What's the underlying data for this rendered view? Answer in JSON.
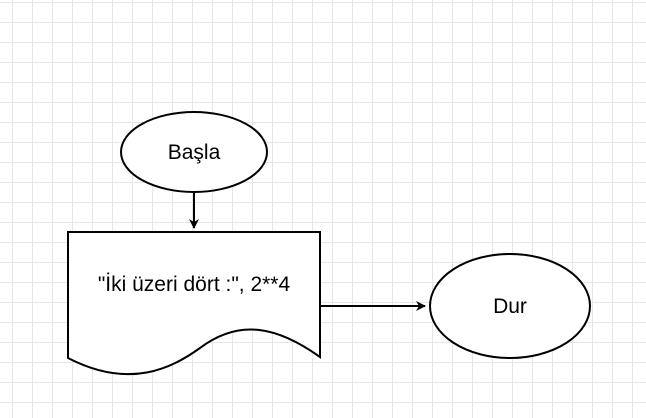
{
  "diagram": {
    "start_label": "Başla",
    "output_label": "\"İki üzeri dört :\", 2**4",
    "end_label": "Dur"
  },
  "colors": {
    "stroke": "#000000",
    "fill": "#ffffff",
    "grid": "#e6e6e6"
  }
}
